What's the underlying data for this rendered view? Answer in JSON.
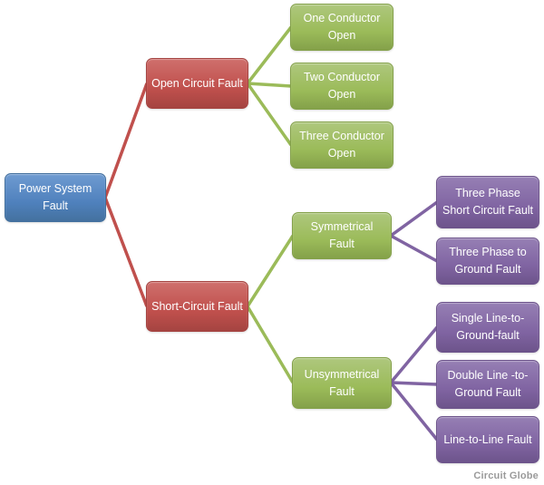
{
  "diagram": {
    "watermark": "Circuit Globe",
    "colors": {
      "root": "#4f81bd",
      "level1": "#c0504d",
      "level2": "#9bbb59",
      "level3": "#8064a2"
    },
    "root": {
      "label": "Power System Fault",
      "children": [
        {
          "label": "Open Circuit Fault",
          "children": [
            {
              "label": "One Conductor Open"
            },
            {
              "label": "Two Conductor Open"
            },
            {
              "label": "Three Conductor Open"
            }
          ]
        },
        {
          "label": "Short-Circuit Fault",
          "children": [
            {
              "label": "Symmetrical Fault",
              "children": [
                {
                  "label": "Three Phase Short Circuit Fault"
                },
                {
                  "label": "Three Phase to Ground Fault"
                }
              ]
            },
            {
              "label": "Unsymmetrical Fault",
              "children": [
                {
                  "label": "Single Line-to-Ground-fault"
                },
                {
                  "label": "Double Line -to-Ground Fault"
                },
                {
                  "label": "Line-to-Line Fault"
                }
              ]
            }
          ]
        }
      ]
    }
  }
}
